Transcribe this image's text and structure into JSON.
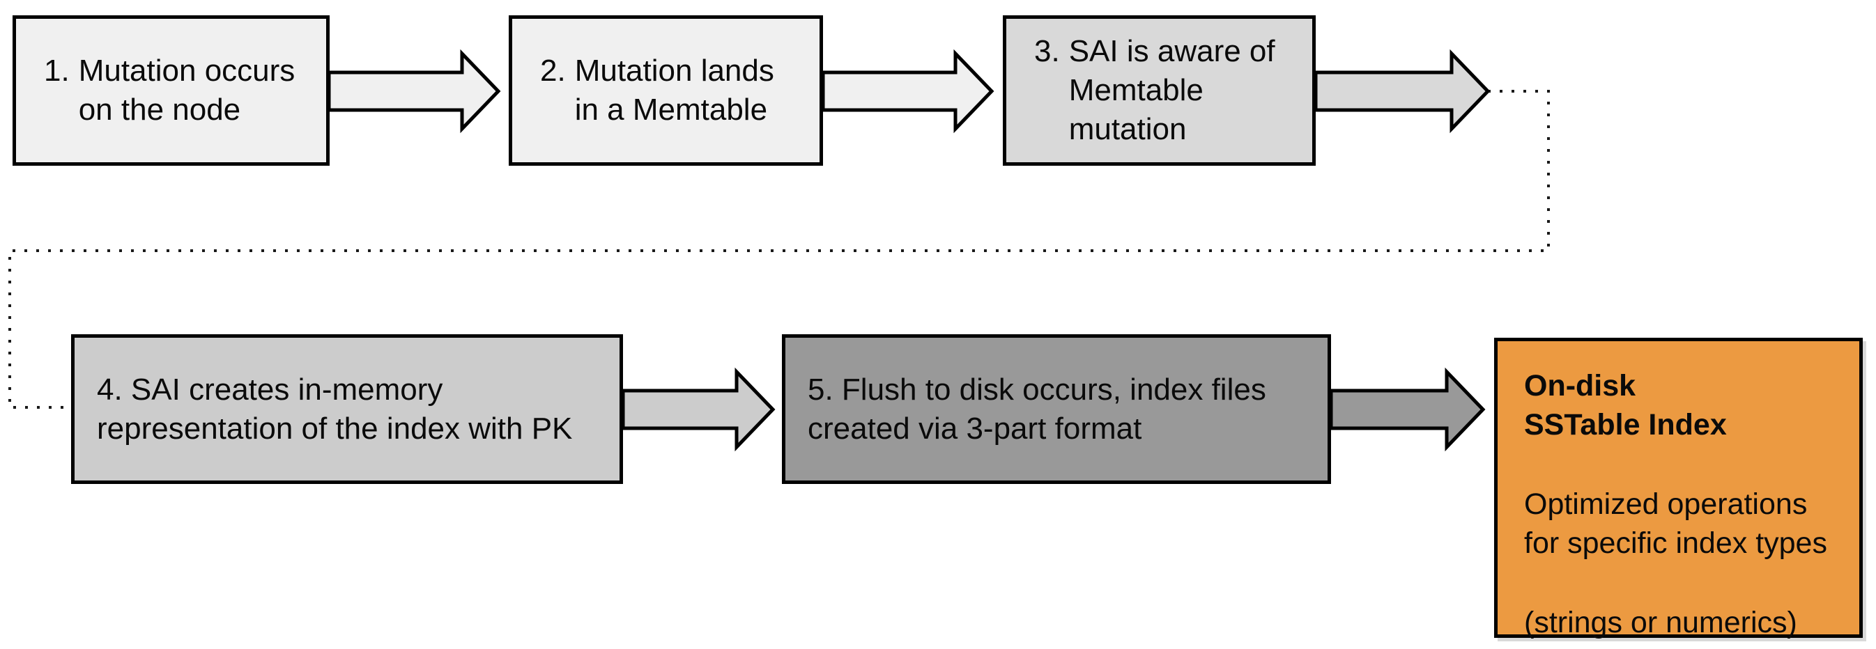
{
  "colors": {
    "background": "#ffffff",
    "step_light": "#f0f0f0",
    "step_medium": "#d9d9d9",
    "step_gray": "#cccccc",
    "step_dark": "#999999",
    "result_orange": "#EC9A41",
    "border": "#000000",
    "text": "#000000"
  },
  "flow": {
    "steps": [
      {
        "number": "1.",
        "label": "Mutation occurs\non the node"
      },
      {
        "number": "2.",
        "label": "Mutation lands\nin a Memtable"
      },
      {
        "number": "3.",
        "label": "SAI is aware of\nMemtable\nmutation"
      },
      {
        "number": "4.",
        "label": "4. SAI creates in-memory\nrepresentation of the index with PK"
      },
      {
        "number": "5.",
        "label": "5. Flush to disk occurs, index files\ncreated via 3-part format"
      }
    ],
    "result": {
      "title": "On-disk\nSSTable Index",
      "subtitle": "Optimized operations\nfor specific index types",
      "note": "(strings or numerics)"
    }
  }
}
